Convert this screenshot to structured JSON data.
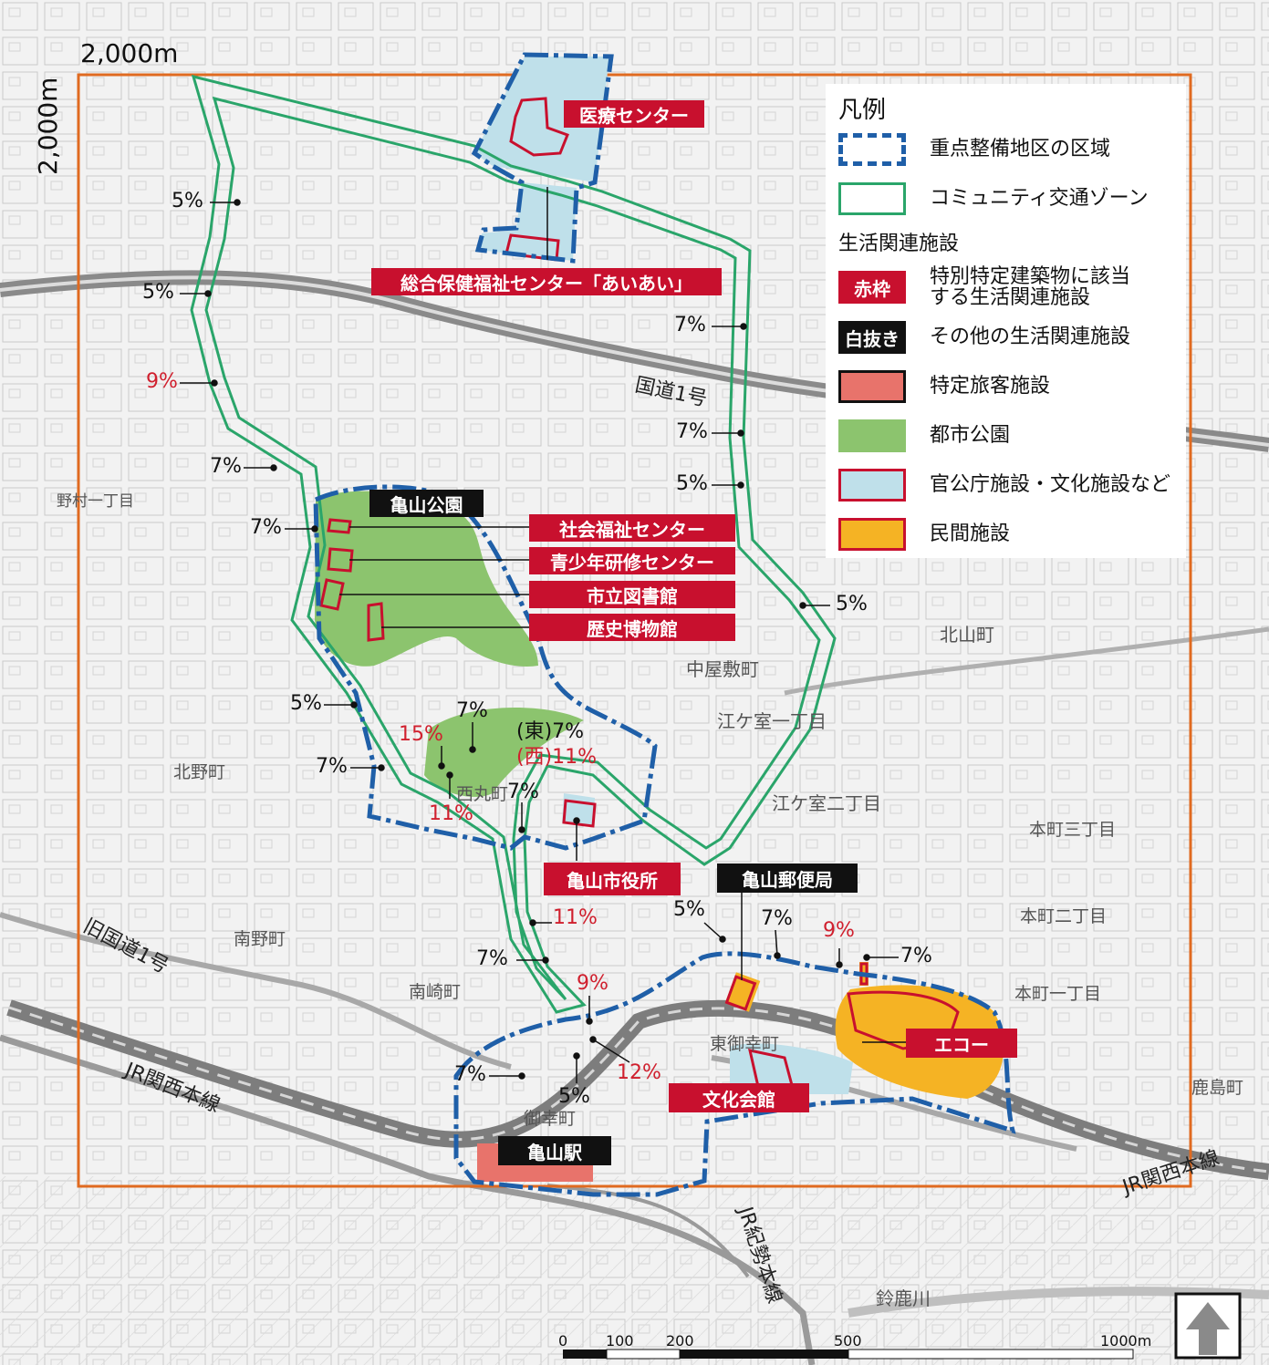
{
  "frame": {
    "width_label": "2,000m",
    "height_label": "2,000m"
  },
  "legend": {
    "title": "凡例",
    "zone_boundary": "重点整備地区の区域",
    "community_zone": "コミュニティ交通ゾーン",
    "facilities_heading": "生活関連施設",
    "red_frame_symbol": "赤枠",
    "red_frame_text_1": "特別特定建築物に該当",
    "red_frame_text_2": "する生活関連施設",
    "white_symbol": "白抜き",
    "white_text": "その他の生活関連施設",
    "passenger_facility": "特定旅客施設",
    "city_park": "都市公園",
    "public_facility": "官公庁施設・文化施設など",
    "private_facility": "民間施設",
    "colors": {
      "boundary": "#1f5fa8",
      "community": "#2aa56a",
      "red": "#c8102e",
      "passenger": "#e8736b",
      "park": "#8cc46e",
      "public": "#bfe0ea",
      "private": "#f5b324",
      "frame": "#e06a20"
    }
  },
  "facilities": {
    "medical": "医療センター",
    "health_center": "総合保健福祉センター「あいあい」",
    "park": "亀山公園",
    "social_welfare": "社会福祉センター",
    "youth": "青少年研修センター",
    "library": "市立図書館",
    "museum": "歴史博物館",
    "city_hall": "亀山市役所",
    "post_office": "亀山郵便局",
    "eco": "エコー",
    "culture_hall": "文化会館",
    "station": "亀山駅"
  },
  "slopes": {
    "s1": "5%",
    "s2": "5%",
    "s3": "9%",
    "s4": "7%",
    "s5": "7%",
    "s6": "7%",
    "s7": "7%",
    "s8": "5%",
    "s9": "5%",
    "s10": "5%",
    "s11": "7%",
    "s12": "15%",
    "s13": "7%",
    "s14": "(東)7%",
    "s15": "(西)11%",
    "s16": "11%",
    "s17": "7%",
    "s18": "11%",
    "s19": "7%",
    "s20": "9%",
    "s21": "7%",
    "s22": "12%",
    "s23": "5%",
    "s24": "5%",
    "s25": "7%",
    "s26": "9%",
    "s27": "7%"
  },
  "places": {
    "route1": "国道1号",
    "old_route1": "旧国道1号",
    "jr_kansai_w": "JR関西本線",
    "jr_kansai_e": "JR関西本線",
    "jr_kisei": "JR紀勢本線",
    "nomura": "野村一丁目",
    "minami_nomachi": "南野町",
    "kita_nomachi": "北野町",
    "nishimaru": "西丸町",
    "kitayama": "北山町",
    "nakayashiki": "中屋敷町",
    "ekamuro1": "江ケ室一丁目",
    "ekamuro2": "江ケ室二丁目",
    "honmachi1": "本町一丁目",
    "honmachi2": "本町二丁目",
    "honmachi3": "本町三丁目",
    "miyuki": "御幸町",
    "higashimiyuki": "東御幸町",
    "minamizaki": "南崎町",
    "kamo": "鹿島町",
    "suzuka": "鈴鹿川"
  },
  "scale": {
    "labels": [
      "0",
      "100",
      "200",
      "500",
      "1000m"
    ]
  }
}
